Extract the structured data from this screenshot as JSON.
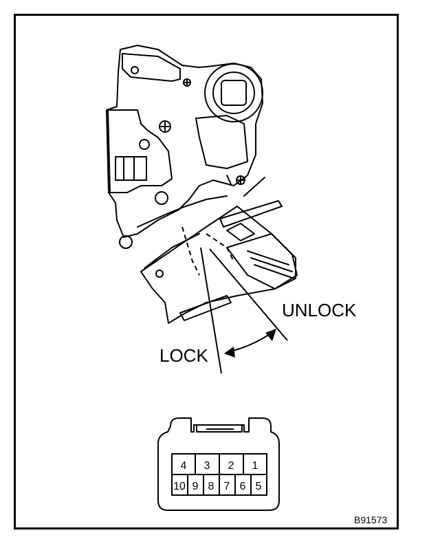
{
  "labels": {
    "lock": "LOCK",
    "unlock": "UNLOCK",
    "figure_code": "B91573"
  },
  "connector": {
    "top_row": [
      "4",
      "3",
      "2",
      "1"
    ],
    "bottom_row": [
      "10",
      "9",
      "8",
      "7",
      "6",
      "5"
    ]
  }
}
